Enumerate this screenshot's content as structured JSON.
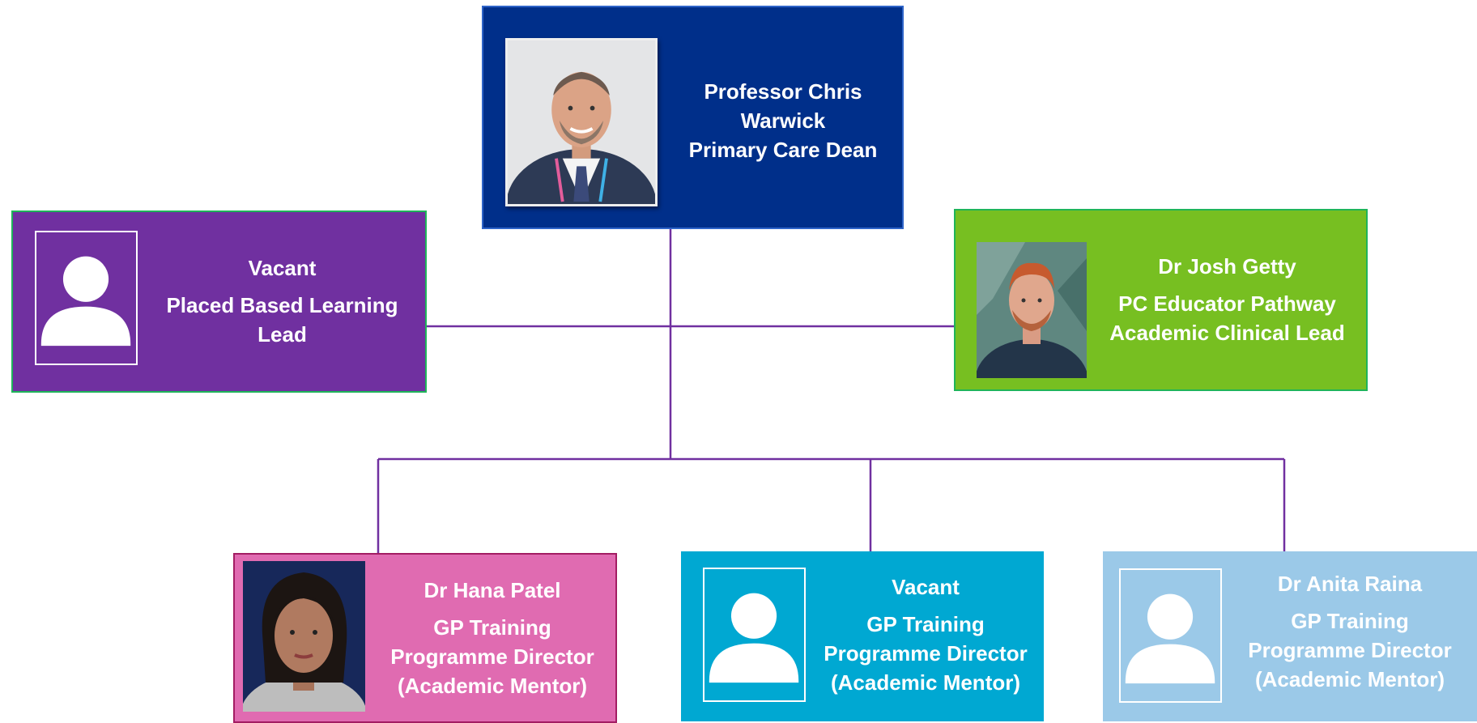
{
  "colors": {
    "connector": "#7030a0",
    "dean_fill": "#002f8a",
    "dean_border": "#2e64c8",
    "plbl_fill": "#7030a0",
    "educator_fill": "#77bf21",
    "side_border": "#1fb45a",
    "patel_fill": "#e06bb1",
    "patel_border": "#a31d63",
    "vacant_gp_fill": "#00a8d2",
    "raina_fill": "#9bc9e8"
  },
  "dean": {
    "name": "Professor Chris Warwick",
    "role": "Primary Care Dean",
    "photo": "portrait-photo"
  },
  "left_lead": {
    "name": "Vacant",
    "role": "Placed Based Learning Lead",
    "photo": "placeholder-person-icon"
  },
  "right_lead": {
    "name": "Dr Josh Getty",
    "role": "PC Educator Pathway Academic Clinical Lead",
    "photo": "portrait-photo"
  },
  "directors": [
    {
      "name": "Dr Hana Patel",
      "role": "GP Training Programme Director (Academic Mentor)",
      "photo": "portrait-photo"
    },
    {
      "name": "Vacant",
      "role": "GP Training Programme Director (Academic Mentor)",
      "photo": "placeholder-person-icon"
    },
    {
      "name": "Dr Anita Raina",
      "role": "GP Training Programme Director (Academic Mentor)",
      "photo": "placeholder-person-icon"
    }
  ]
}
